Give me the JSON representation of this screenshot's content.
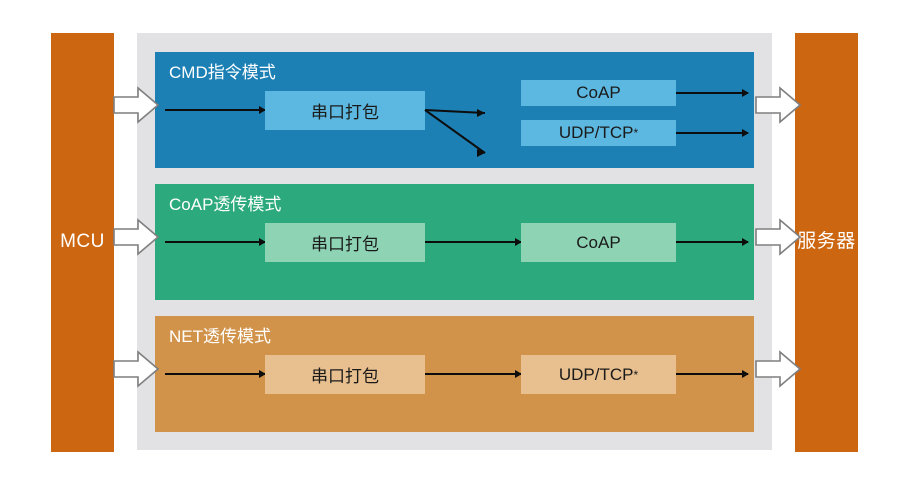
{
  "diagram": {
    "endpoints": {
      "left": {
        "label": "MCU",
        "color": "#cc6611"
      },
      "right": {
        "label": "服务器",
        "color": "#cc6611"
      }
    },
    "panel_color": "#e2e2e4",
    "bands": [
      {
        "id": "cmd",
        "title": "CMD指令模式",
        "band_color": "#1c80b5",
        "node_color": "#5cb8e0",
        "nodes": [
          {
            "label": "串口打包"
          },
          {
            "label": "CoAP"
          },
          {
            "label": "UDP/TCP",
            "superscript": "*"
          }
        ]
      },
      {
        "id": "coap",
        "title": "CoAP透传模式",
        "band_color": "#2caa7d",
        "node_color": "#8ed3b4",
        "nodes": [
          {
            "label": "串口打包"
          },
          {
            "label": "CoAP"
          }
        ]
      },
      {
        "id": "net",
        "title": "NET透传模式",
        "band_color": "#d1934a",
        "node_color": "#e8bf8e",
        "nodes": [
          {
            "label": "串口打包"
          },
          {
            "label": "UDP/TCP",
            "superscript": "*"
          }
        ]
      }
    ]
  }
}
